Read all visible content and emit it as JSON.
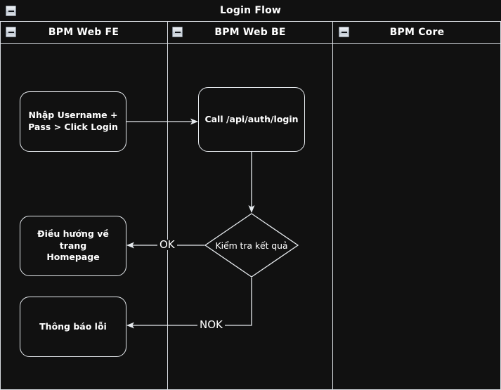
{
  "pool": {
    "title": "Login Flow",
    "collapse_icon": "minus-box-icon"
  },
  "lanes": [
    {
      "id": "bpm-web-fe",
      "label": "BPM Web FE",
      "collapse_icon": "minus-box-icon"
    },
    {
      "id": "bpm-web-be",
      "label": "BPM Web BE",
      "collapse_icon": "minus-box-icon"
    },
    {
      "id": "bpm-core",
      "label": "BPM Core",
      "collapse_icon": "minus-box-icon"
    }
  ],
  "nodes": {
    "input": {
      "label": "Nhập Username +\nPass > Click Login",
      "type": "task",
      "lane": "bpm-web-fe"
    },
    "call": {
      "label": "Call /api/auth/login",
      "type": "task",
      "lane": "bpm-web-be"
    },
    "decision": {
      "label": "Kiểm tra kết quả",
      "type": "decision",
      "lane": "bpm-web-be"
    },
    "homepage": {
      "label": "Điều hướng về trang\nHomepage",
      "type": "task",
      "lane": "bpm-web-fe"
    },
    "error": {
      "label": "Thông báo lỗi",
      "type": "task",
      "lane": "bpm-web-fe"
    }
  },
  "edges": {
    "input_to_call": {
      "label": ""
    },
    "call_to_decision": {
      "label": ""
    },
    "decision_to_home": {
      "label": "OK"
    },
    "decision_to_error": {
      "label": "NOK"
    }
  },
  "colors": {
    "background": "#111111",
    "stroke": "#e6eaee",
    "frame": "#d9dde2",
    "text": "#ffffff"
  }
}
